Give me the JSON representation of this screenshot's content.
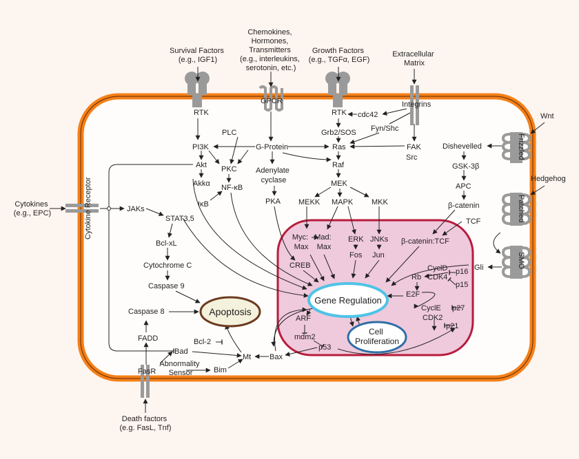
{
  "outside": {
    "survival": [
      "Survival Factors",
      "(e.g., IGF1)"
    ],
    "chemokines": [
      "Chemokines,",
      "Hormones,",
      "Transmitters",
      "(e.g., interleukins,",
      "serotonin, etc.)"
    ],
    "growth": [
      "Growth Factors",
      "(e.g., TGFα, EGF)"
    ],
    "ecm": [
      "Extracellular",
      "Matrix"
    ],
    "wnt": "Wnt",
    "hedgehog": "Hedgehog",
    "cytokines": [
      "Cytokines",
      "(e.g., EPC)"
    ],
    "death": [
      "Death factors",
      "(e.g. FasL, Tnf)"
    ]
  },
  "receptors": {
    "rtk1": "RTK",
    "gpcr": "GPCR",
    "rtk2": "RTK",
    "integrins": "Integrins",
    "frizzled": "Frizzled",
    "patched": "Patched",
    "smo": "SMO",
    "cytokine_receptor": "Cytokine Receptor",
    "fasr": "FasR"
  },
  "nodes": {
    "cdc42": "cdc42",
    "fyn_shc": "Fyn/Shc",
    "grb2_sos": "Grb2/SOS",
    "fak": "FAK",
    "src": "Src",
    "plc": "PLC",
    "gprotein": "G-Protein",
    "ras": "Ras",
    "pi3k": "PI3K",
    "akt": "Akt",
    "pkc": "PKC",
    "adenylate": [
      "Adenylate",
      "cyclase"
    ],
    "raf": "Raf",
    "akka": "Akkα",
    "nfkb": "NF-κB",
    "mek": "MEK",
    "ikb": "IκB",
    "pka": "PKA",
    "mekk": "MEKK",
    "mapk": "MAPK",
    "mkk": "MKK",
    "jaks": "JAKs",
    "stat": "STAT3,5",
    "bclxl": "Bcl-xL",
    "cytc": "Cytochrome C",
    "casp9": "Caspase 9",
    "casp8": "Caspase 8",
    "fadd": "FADD",
    "bad": "Bad",
    "bcl2": "Bcl-2",
    "abnormality": [
      "Abnormality",
      "Sensor"
    ],
    "bim": "Bim",
    "mt": "Mt",
    "bax": "Bax",
    "dishevelled": "Dishevelled",
    "gsk": "GSK-3β",
    "apc": "APC",
    "bcat": "β-catenin",
    "tcf": "TCF",
    "gli": "Gli",
    "myc_max": [
      "Myc:",
      "Max"
    ],
    "mad_max": [
      "Mad:",
      "Max"
    ],
    "erk": "ERK",
    "fos": "Fos",
    "jnks": "JNKs",
    "jun": "Jun",
    "bcat_tcf": "β-catenin:TCF",
    "creb": "CREB",
    "cyclinD": "CyclD",
    "p16": "p16",
    "rb": "Rb",
    "cdk4": "CDK4",
    "p15": "p15",
    "e2f": "E2F",
    "cyclinE": "CyclE",
    "p27": "p27",
    "cdk2": "CDK2",
    "p21": "p21",
    "arf": "ARF",
    "mdm2": "mdm2",
    "p53": "p53"
  },
  "outcomes": {
    "gene_regulation": "Gene Regulation",
    "apoptosis": "Apoptosis",
    "cell_proliferation": [
      "Cell",
      "Proliferation"
    ]
  },
  "colors": {
    "membrane": "#f57f17",
    "nucleus_fill": "#efc9dc",
    "nucleus_border": "#b71c3c",
    "gene_reg_border": "#4fc3e6",
    "apoptosis_border": "#6b3a1f",
    "apoptosis_fill": "#f4f1dc",
    "prolif_border": "#2e6ea6",
    "receptor": "#9a9a9a"
  }
}
